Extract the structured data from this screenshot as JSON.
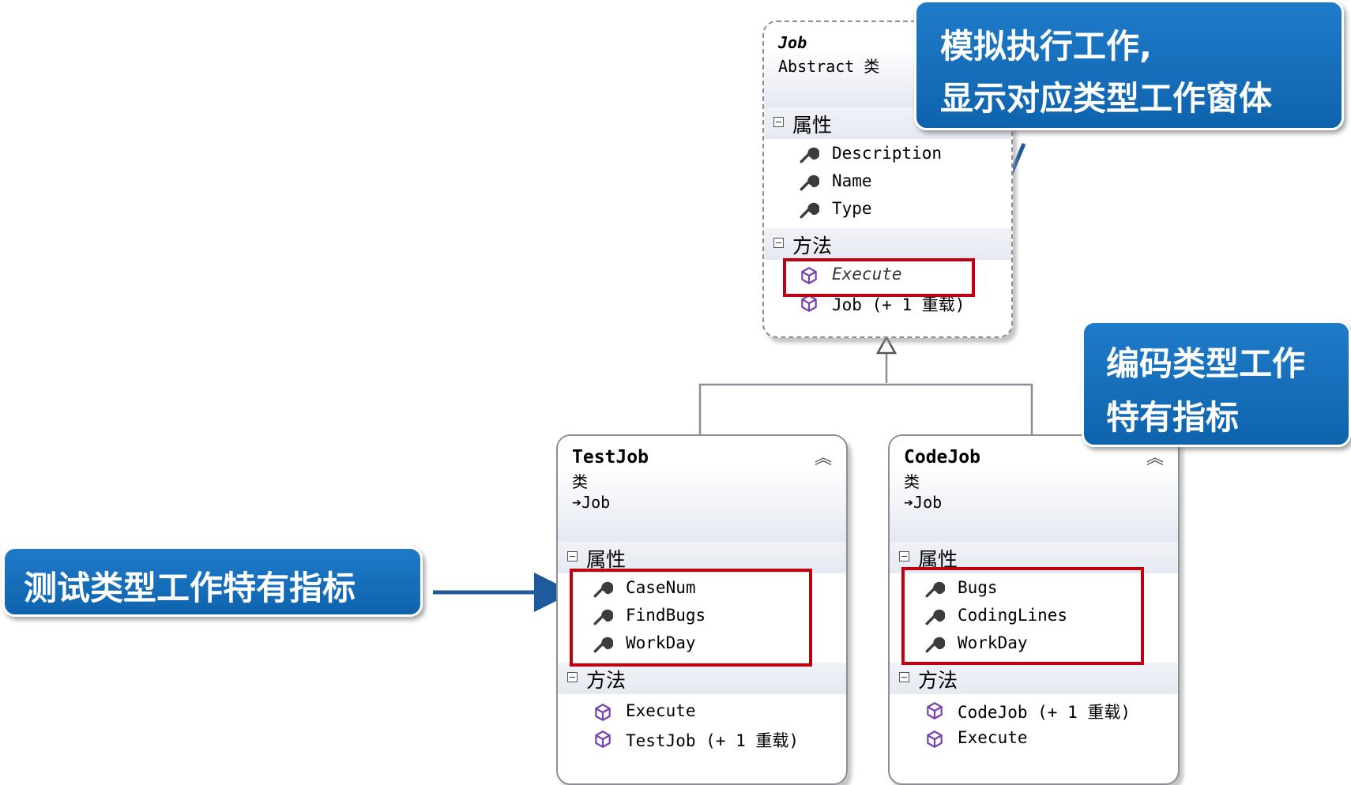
{
  "classes": {
    "job": {
      "name": "Job",
      "stereotype": "Abstract 类",
      "props_title": "属性",
      "props": [
        "Description",
        "Name",
        "Type"
      ],
      "methods_title": "方法",
      "methods": [
        "Execute",
        "Job (+ 1 重载)"
      ]
    },
    "testjob": {
      "name": "TestJob",
      "stereotype": "类",
      "base": "Job",
      "props_title": "属性",
      "props": [
        "CaseNum",
        "FindBugs",
        "WorkDay"
      ],
      "methods_title": "方法",
      "methods": [
        "Execute",
        "TestJob (+ 1 重载)"
      ]
    },
    "codejob": {
      "name": "CodeJob",
      "stereotype": "类",
      "base": "Job",
      "props_title": "属性",
      "props": [
        "Bugs",
        "CodingLines",
        "WorkDay"
      ],
      "methods_title": "方法",
      "methods": [
        "CodeJob (+ 1 重载)",
        "Execute"
      ]
    }
  },
  "callouts": {
    "execute": {
      "line1": "模拟执行工作,",
      "line2": "显示对应类型工作窗体"
    },
    "code": {
      "line1": "编码类型工作",
      "line2": "特有指标"
    },
    "test": {
      "text": "测试类型工作特有指标"
    }
  },
  "colors": {
    "callout_blue": "#1569b5",
    "highlight_red": "#c0000f",
    "arrow_blue": "#1f5a9c",
    "method_icon": "#7a3fb0",
    "property_icon": "#3c3c3c"
  },
  "icons": {
    "property": "wrench-icon",
    "method": "cube-icon",
    "collapse": "double-chevron-up-icon",
    "section_toggle": "minus-box-icon",
    "inheritance": "arrow-right-icon"
  }
}
